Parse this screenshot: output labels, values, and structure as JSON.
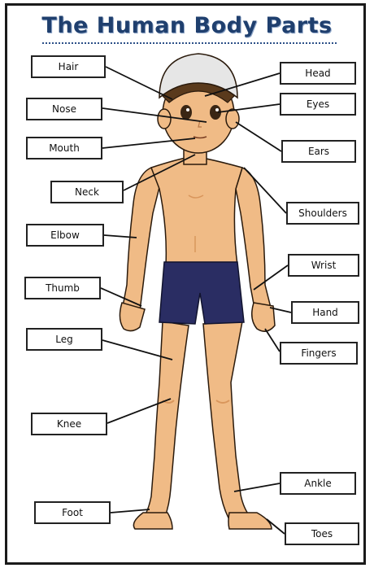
{
  "title": "The Human Body Parts",
  "labels": {
    "hair": "Hair",
    "head": "Head",
    "nose": "Nose",
    "eyes": "Eyes",
    "mouth": "Mouth",
    "ears": "Ears",
    "neck": "Neck",
    "shoulders": "Shoulders",
    "elbow": "Elbow",
    "wrist": "Wrist",
    "thumb": "Thumb",
    "hand": "Hand",
    "leg": "Leg",
    "fingers": "Fingers",
    "knee": "Knee",
    "ankle": "Ankle",
    "foot": "Foot",
    "toes": "Toes"
  },
  "colors": {
    "title": "#1f3f6e",
    "skin": "#f0bb86",
    "skin_shadow": "#d9965c",
    "hair_cap": "#e6e6e6",
    "hair": "#5a3a1c",
    "shorts": "#2a2d63",
    "outline": "#2a1a0c"
  }
}
